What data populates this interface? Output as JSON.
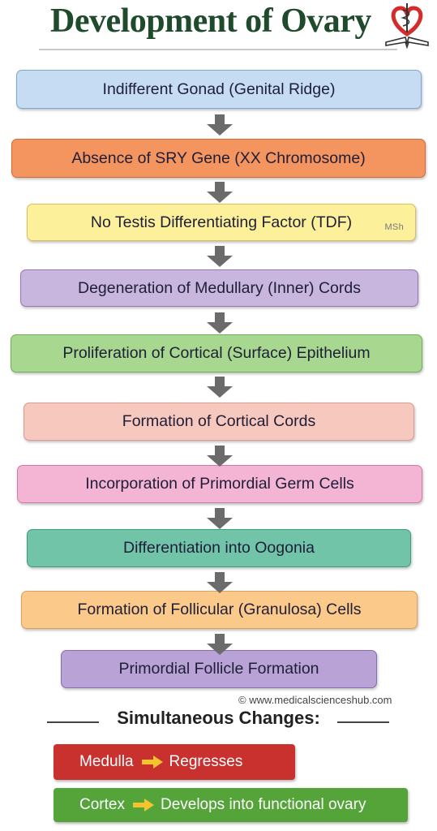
{
  "title": "Development of Ovary",
  "steps": [
    {
      "text": "Indifferent Gonad (Genital Ridge)",
      "fill": "#c5dcf3",
      "border": "#7fa6d4"
    },
    {
      "text": "Absence of SRY Gene (XX Chromosome)",
      "fill": "#f4955f",
      "border": "#d46a33"
    },
    {
      "text": "No Testis Differentiating Factor (TDF)",
      "fill": "#fdf09a",
      "border": "#d8c257"
    },
    {
      "text": "Degeneration of Medullary (Inner) Cords",
      "fill": "#c8b6de",
      "border": "#9478b6"
    },
    {
      "text": "Proliferation of Cortical (Surface) Epithelium",
      "fill": "#a8d890",
      "border": "#6faf58"
    },
    {
      "text": "Formation of Cortical Cords",
      "fill": "#f7c8bd",
      "border": "#d99c8e"
    },
    {
      "text": "Incorporation of Primordial Germ Cells",
      "fill": "#f4b4d4",
      "border": "#d27aa6"
    },
    {
      "text": "Differentiation into Oogonia",
      "fill": "#72c4a8",
      "border": "#3e9c7e"
    },
    {
      "text": "Formation of Follicular (Granulosa) Cells",
      "fill": "#fbc98a",
      "border": "#dba05a"
    },
    {
      "text": "Primordial Follicle Formation",
      "fill": "#b9a2d6",
      "border": "#8a6cb2"
    }
  ],
  "step_mark": "MSh",
  "copyright": "© www.medicalscienceshub.com",
  "simultaneous": {
    "title": "Simultaneous Changes:",
    "items": [
      {
        "part": "Medulla",
        "result": "Regresses",
        "color": "#c8312e"
      },
      {
        "part": "Cortex",
        "result": "Develops into functional ovary",
        "color": "#55a43a"
      }
    ]
  },
  "colors": {
    "title": "#1f4a2c",
    "arrow": "#6b6b6b",
    "arrow_accent": "#f4c430"
  }
}
